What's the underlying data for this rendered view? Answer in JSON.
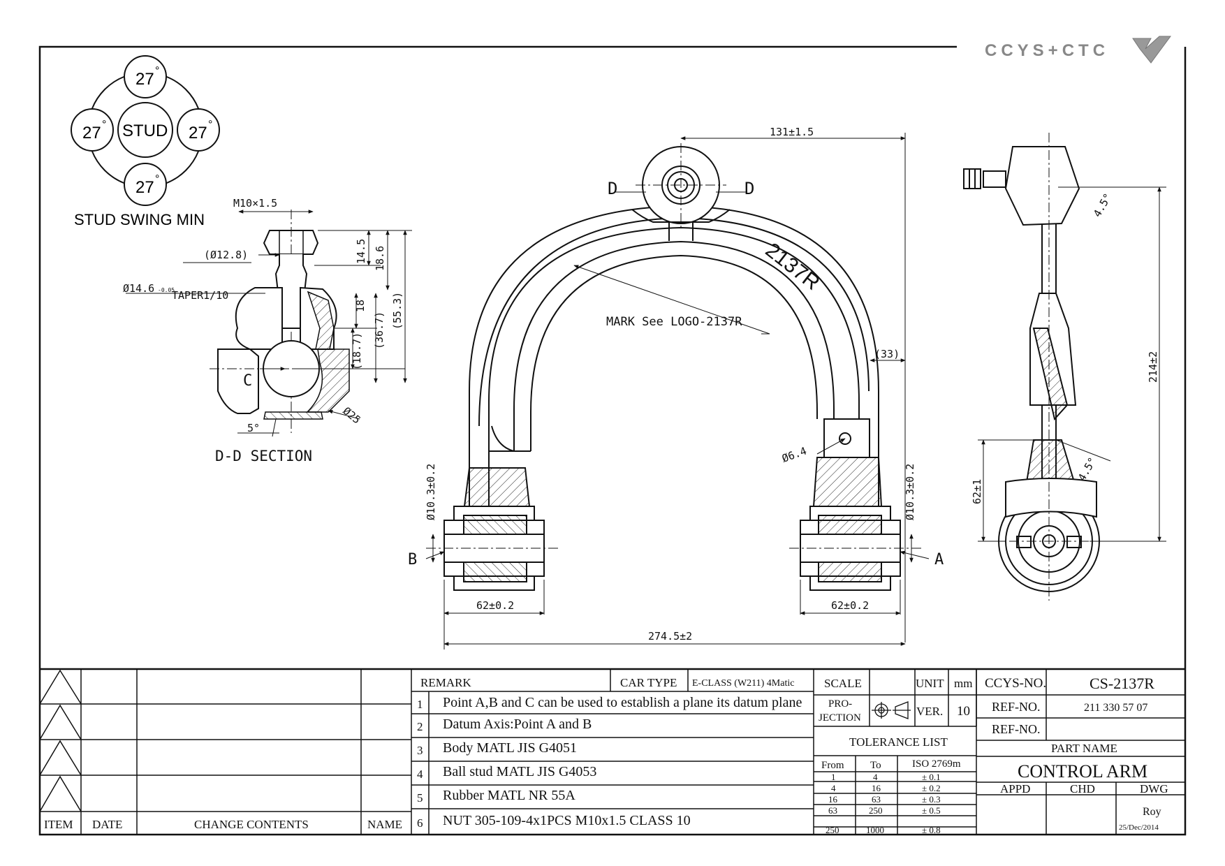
{
  "logo": {
    "text": "CCYS+CTC"
  },
  "stud_swing": {
    "angle": "27",
    "degree": "°",
    "center": "STUD",
    "caption": "STUD SWING MIN"
  },
  "section": {
    "title": "D-D SECTION",
    "thread": "M10×1.5",
    "dia_128": "(Ø12.8)",
    "taper": "Ø14.6",
    "taper_tol": "-0.05",
    "taper_suffix": "TAPER1/10",
    "dim_145": "14.5",
    "dim_186": "18.6",
    "dim_553": "(55.3)",
    "dim_18": "18",
    "dim_367": "(36.7)",
    "dim_187": "(18.7)",
    "dim_25": "Ø25",
    "angle_5": "5°",
    "point_c": "C"
  },
  "front": {
    "dim_131": "131±1.5",
    "sec_d": "D",
    "mark": "2137R",
    "logo_note": "MARK See LOGO-2137R",
    "dim_33": "(33)",
    "dim_64": "Ø6.4",
    "dim_103": "Ø10.3±0.2",
    "dim_62": "62±0.2",
    "dim_2745": "274.5±2",
    "point_a": "A",
    "point_b": "B"
  },
  "side": {
    "dim_214": "214±2",
    "dim_62": "62±1",
    "angle_45": "4.5°"
  },
  "revision": {
    "headers": {
      "item": "ITEM",
      "date": "DATE",
      "contents": "CHANGE CONTENTS",
      "name": "NAME"
    }
  },
  "remark": {
    "title": "REMARK",
    "car_type_label": "CAR TYPE",
    "car_type": "E-CLASS (W211) 4Matic",
    "items": [
      {
        "no": "1",
        "text": "Point A,B and C can be used to establish a plane its datum plane"
      },
      {
        "no": "2",
        "text": "Datum Axis:Point A and B"
      },
      {
        "no": "3",
        "text": "Body MATL JIS G4051"
      },
      {
        "no": "4",
        "text": "Ball stud MATL JIS G4053"
      },
      {
        "no": "5",
        "text": "Rubber MATL NR 55A"
      },
      {
        "no": "6",
        "text": "NUT 305-109-4x1PCS M10x1.5 CLASS 10"
      }
    ]
  },
  "spec": {
    "scale_label": "SCALE",
    "scale": "",
    "unit_label": "UNIT",
    "unit": "mm",
    "projection_label_1": "PRO-",
    "projection_label_2": "JECTION",
    "ver_label": "VER.",
    "ver": "10"
  },
  "tolerance": {
    "title": "TOLERANCE LIST",
    "headers": {
      "from": "From",
      "to": "To",
      "iso": "ISO 2769m"
    },
    "rows": [
      {
        "from": "1",
        "to": "4",
        "tol": "± 0.1"
      },
      {
        "from": "4",
        "to": "16",
        "tol": "± 0.2"
      },
      {
        "from": "16",
        "to": "63",
        "tol": "± 0.3"
      },
      {
        "from": "63",
        "to": "250",
        "tol": "± 0.5"
      },
      {
        "from": "250",
        "to": "1000",
        "tol": "± 0.8"
      }
    ]
  },
  "part": {
    "ccys_no_label": "CCYS-NO.",
    "ccys_no": "CS-2137R",
    "ref_no_label": "REF-NO.",
    "ref_no": "211 330 57 07",
    "ref_no2_label": "REF-NO.",
    "ref_no2": "",
    "part_name_label": "PART NAME",
    "part_name": "CONTROL ARM",
    "appd_label": "APPD",
    "chd_label": "CHD",
    "dwg_label": "DWG",
    "dwg": "Roy",
    "date": "25/Dec/2014"
  }
}
